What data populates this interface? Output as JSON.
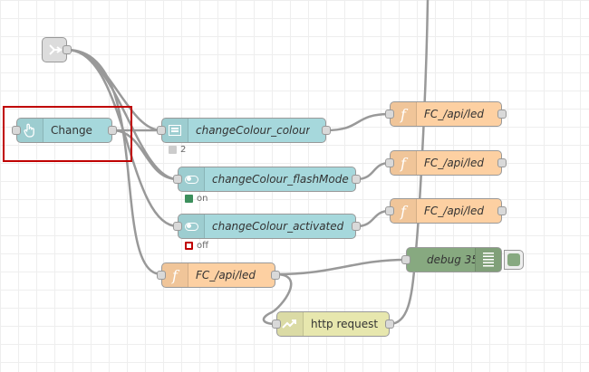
{
  "canvas": {
    "background": "#ffffff",
    "grid_color": "#eeeeee"
  },
  "nodes": {
    "link_in": {
      "icon": "link-in-icon"
    },
    "change": {
      "label": "Change",
      "icon": "hand-pointer-icon",
      "color": "#a6d8dc"
    },
    "change_colour_colour": {
      "label": "changeColour_colour",
      "icon": "list-icon",
      "status": "2",
      "status_color": "#cccccc"
    },
    "change_colour_flash": {
      "label": "changeColour_flashMode",
      "icon": "toggle-icon",
      "status": "on",
      "status_color": "#3c8f5c"
    },
    "change_colour_activated": {
      "label": "changeColour_activated",
      "icon": "toggle-icon",
      "status": "off",
      "status_color": "#c00000"
    },
    "fc_api_led_1": {
      "label": "FC_/api/led",
      "icon": "function-icon"
    },
    "fc_api_led_2": {
      "label": "FC_/api/led",
      "icon": "function-icon"
    },
    "fc_api_led_3": {
      "label": "FC_/api/led",
      "icon": "function-icon"
    },
    "fc_api_led_main": {
      "label": "FC_/api/led",
      "icon": "function-icon"
    },
    "debug": {
      "label": "debug 35",
      "icon": "debug-icon"
    },
    "http_request": {
      "label": "http request",
      "icon": "globe-icon"
    }
  }
}
